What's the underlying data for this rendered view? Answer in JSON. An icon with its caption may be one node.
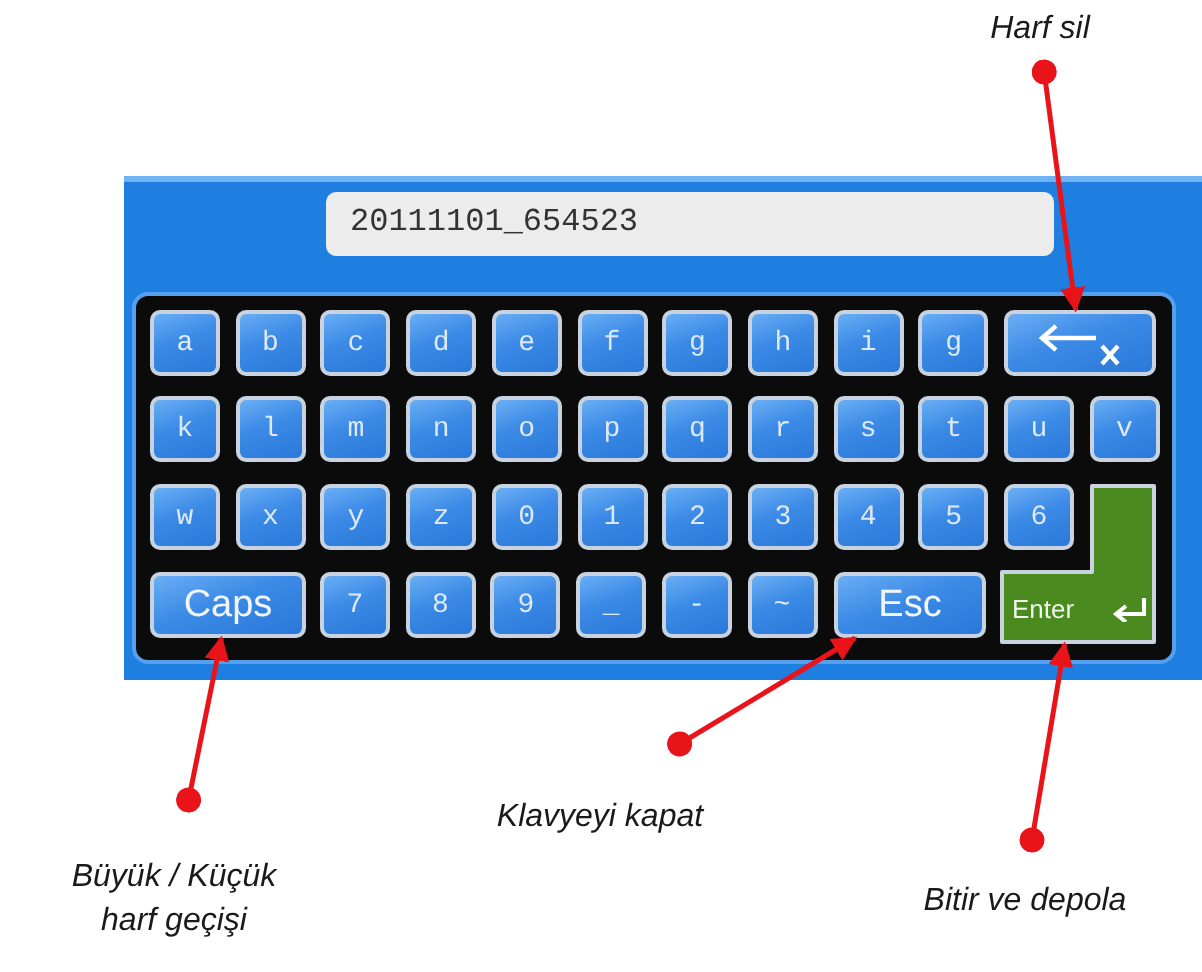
{
  "diagram": {
    "nodes": [
      {
        "text": [
          "Harf sil"
        ]
      },
      {
        "text": [
          "20111101_654523"
        ]
      },
      {
        "text": [
          "a"
        ]
      },
      {
        "text": [
          "b"
        ]
      },
      {
        "text": [
          "c"
        ]
      },
      {
        "text": [
          "d"
        ]
      },
      {
        "text": [
          "e"
        ]
      },
      {
        "text": [
          "f"
        ]
      },
      {
        "text": [
          "g"
        ]
      },
      {
        "text": [
          "h"
        ]
      },
      {
        "text": [
          "i"
        ]
      },
      {
        "text": [
          "g"
        ]
      },
      {
        "text": [],
        "shape": "box"
      },
      {
        "text": [
          "k"
        ]
      },
      {
        "text": [
          "l"
        ]
      },
      {
        "text": [
          "m"
        ]
      },
      {
        "text": [
          "n"
        ]
      },
      {
        "text": [
          "o"
        ]
      },
      {
        "text": [
          "p"
        ]
      },
      {
        "text": [
          "q"
        ]
      },
      {
        "text": [
          "r"
        ]
      },
      {
        "text": [
          "s"
        ]
      },
      {
        "text": [
          "t"
        ]
      },
      {
        "text": [
          "u"
        ]
      },
      {
        "text": [
          "v"
        ]
      },
      {
        "text": [
          "w"
        ]
      },
      {
        "text": [
          "x"
        ]
      },
      {
        "text": [
          "y"
        ]
      },
      {
        "text": [
          "z"
        ]
      },
      {
        "text": [
          "0"
        ]
      },
      {
        "text": [
          "1"
        ]
      },
      {
        "text": [
          "2"
        ]
      },
      {
        "text": [
          "3"
        ]
      },
      {
        "text": [
          "4"
        ]
      },
      {
        "text": [
          "5"
        ]
      },
      {
        "text": [
          "6"
        ]
      },
      {
        "text": [
          "Enter"
        ]
      },
      {
        "text": [
          "Caps"
        ]
      },
      {
        "text": [
          "7"
        ]
      },
      {
        "text": [
          "8"
        ]
      },
      {
        "text": [
          "9"
        ]
      },
      {
        "text": [
          "_"
        ]
      },
      {
        "text": [
          "-"
        ]
      },
      {
        "text": [
          "~"
        ]
      },
      {
        "text": [
          "Esc"
        ]
      },
      {
        "text": [
          "Klavyeyi kapat"
        ]
      },
      {
        "text": [
          "Büyük / Küçük harf geçişi"
        ]
      },
      {
        "text": [
          "Bitir ve depola"
        ]
      }
    ],
    "edges": [
      {
        "from": 0,
        "to": 12,
        "arrow": "to"
      },
      {
        "from": 45,
        "to": 44,
        "arrow": "to"
      },
      {
        "from": 46,
        "to": 37,
        "arrow": "to"
      },
      {
        "from": 47,
        "to": 36,
        "arrow": "to"
      }
    ]
  }
}
